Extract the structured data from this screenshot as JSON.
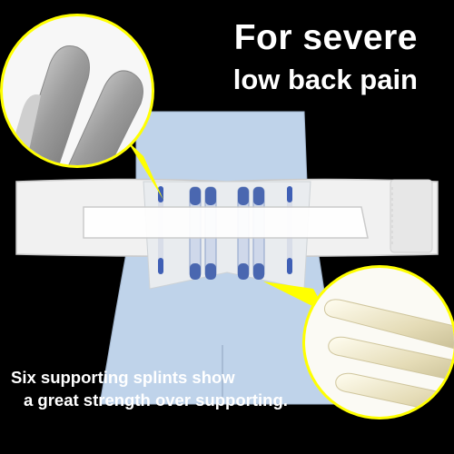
{
  "headline": {
    "line1": "For severe",
    "line2": "low back pain"
  },
  "caption": {
    "line1": "Six supporting splints show",
    "line2": "a great strength over supporting."
  },
  "colors": {
    "background": "#000000",
    "callout_ring": "#ffff00",
    "torso": "#bfd3ea",
    "belt_body": "#f0f0f0",
    "splint_blue": "#4a67b0",
    "detail_top_splint": "#b8b8b8",
    "detail_bottom_splint": "#e9e3c8"
  },
  "icons": {
    "top_callout": "gray-splint-closeup",
    "bottom_callout": "cream-splint-closeup",
    "product": "back-support-belt"
  }
}
